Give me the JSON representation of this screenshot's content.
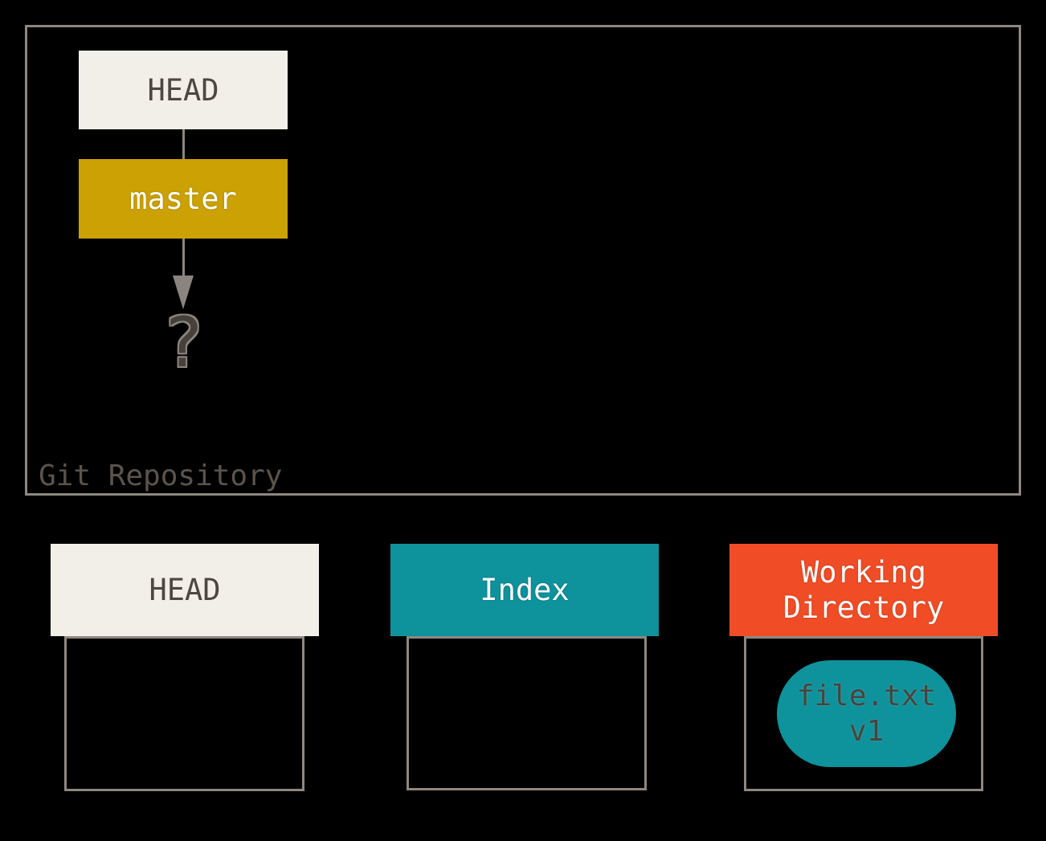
{
  "repository": {
    "label": "Git Repository",
    "head": {
      "label": "HEAD"
    },
    "master": {
      "label": "master"
    },
    "unknown_commit": "?"
  },
  "areas": [
    {
      "id": "head",
      "label": "HEAD"
    },
    {
      "id": "index",
      "label": "Index"
    },
    {
      "id": "working-directory",
      "label": "Working Directory"
    }
  ],
  "file": {
    "name": "file.txt",
    "version": "v1"
  },
  "icons": {
    "arrowhead": "down-arrowhead-icon"
  },
  "colors": {
    "background": "#000000",
    "box_border": "#8e8780",
    "connector_gray": "#8b847e",
    "cream": "#f1efe7",
    "gold": "#cba104",
    "teal": "#0e929c",
    "orange_red": "#f04d27",
    "dark_text": "#4e4741",
    "repo_label_text": "#5b544d",
    "white_text": "#ffffff"
  }
}
